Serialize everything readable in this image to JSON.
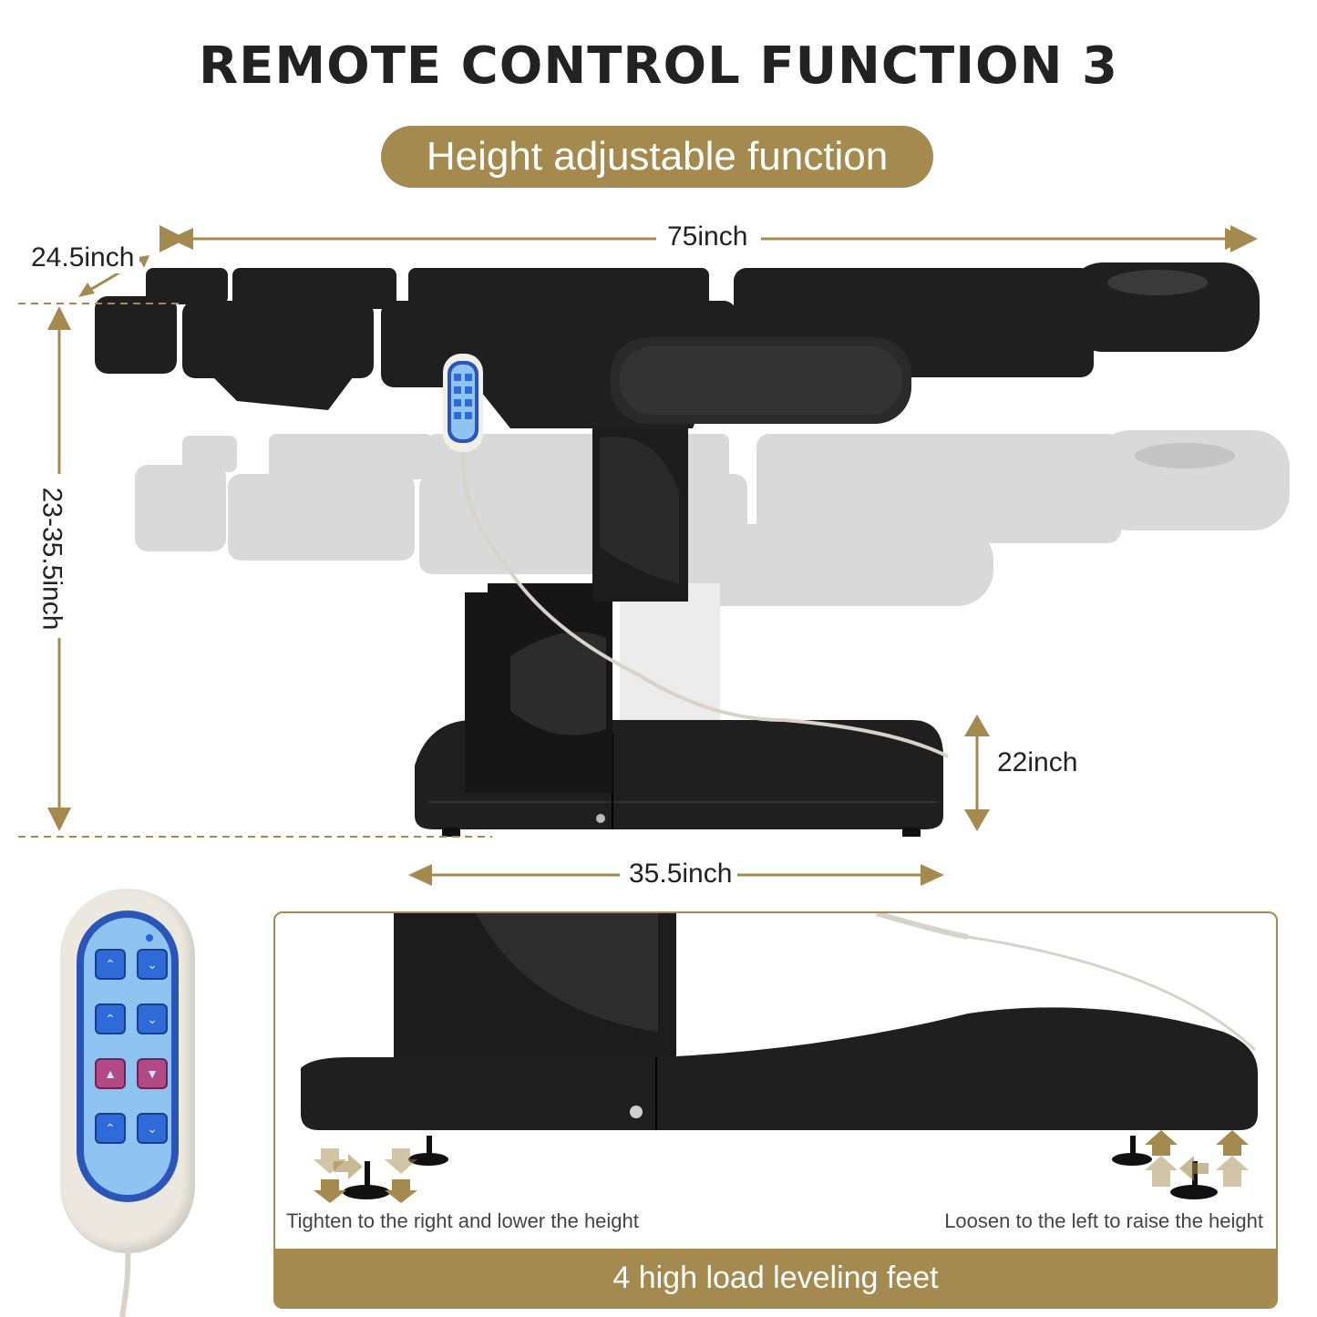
{
  "title": "REMOTE CONTROL FUNCTION 3",
  "subtitle": "Height adjustable function",
  "dimensions": {
    "length": "75inch",
    "width": "24.5inch",
    "height_range": "23-35.5inch",
    "base_height": "22inch",
    "base_length": "35.5inch"
  },
  "feet_panel": {
    "caption_left": "Tighten to the right and lower the height",
    "caption_right": "Loosen to the left to raise the height",
    "banner": "4 high load leveling feet"
  },
  "colors": {
    "accent": "#a48a4f",
    "chair": "#1f1f1f",
    "ghost": "#d6d6d6",
    "remote_blue": "#2e6ad8",
    "remote_pink": "#b24a86"
  }
}
